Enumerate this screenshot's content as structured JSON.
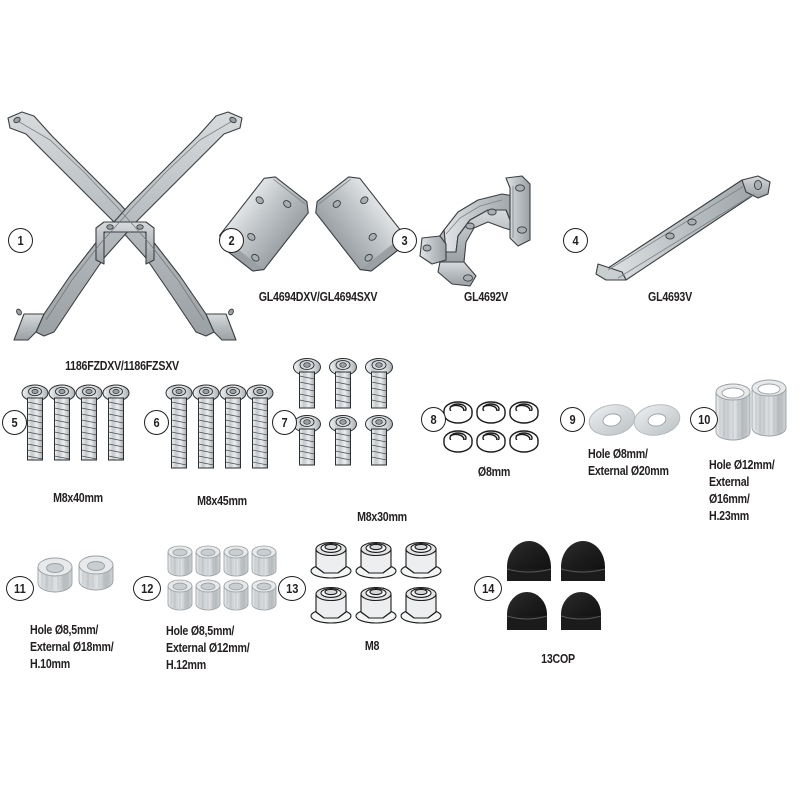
{
  "document": {
    "type": "motorcycle-luggage-rack-parts-exploded-list",
    "background_color": "#ffffff",
    "ink_color": "#231f20",
    "metal_fill": "#b7bcc0",
    "metal_light": "#d9dcde",
    "metal_dark": "#8e9498",
    "plastic_black": "#1c1c1c"
  },
  "parts": [
    {
      "index": "1",
      "badge": "1",
      "name": "rack-frame-cross-brace",
      "label": "1186FZDXV/1186FZSXV",
      "label_lines": [
        "1186FZDXV/1186FZSXV"
      ],
      "quantity": 1,
      "label_align": "center"
    },
    {
      "index": "2",
      "badge": "2",
      "name": "side-plate-bracket-pair",
      "label": "GL4694DXV/GL4694SXV",
      "label_lines": [
        "GL4694DXV/GL4694SXV"
      ],
      "quantity": 2,
      "label_align": "center"
    },
    {
      "index": "3",
      "badge": "3",
      "name": "angled-mounting-bracket",
      "label": "GL4692V",
      "label_lines": [
        "GL4692V"
      ],
      "quantity": 1,
      "label_align": "center"
    },
    {
      "index": "4",
      "badge": "4",
      "name": "straight-support-bar",
      "label": "GL4693V",
      "label_lines": [
        "GL4693V"
      ],
      "quantity": 1,
      "label_align": "center"
    },
    {
      "index": "5",
      "badge": "5",
      "name": "socket-button-head-bolt-m8x40",
      "label": "M8x40mm",
      "label_lines": [
        "M8x40mm"
      ],
      "quantity": 4,
      "label_align": "center"
    },
    {
      "index": "6",
      "badge": "6",
      "name": "socket-button-head-bolt-m8x45",
      "label": "M8x45mm",
      "label_lines": [
        "M8x45mm"
      ],
      "quantity": 4,
      "label_align": "center"
    },
    {
      "index": "7",
      "badge": "7",
      "name": "socket-button-head-bolt-m8x30",
      "label": "M8x30mm",
      "label_lines": [
        "M8x30mm"
      ],
      "quantity": 6,
      "label_align": "center"
    },
    {
      "index": "8",
      "badge": "8",
      "name": "spring-lock-washer",
      "label": "Ø8mm",
      "label_lines": [
        "Ø8mm"
      ],
      "quantity": 6,
      "label_align": "center"
    },
    {
      "index": "9",
      "badge": "9",
      "name": "flat-washer-large",
      "label": "Hole Ø8mm/\nExternal Ø20mm",
      "label_lines": [
        "Hole Ø8mm/",
        "External Ø20mm"
      ],
      "quantity": 2,
      "label_align": "left"
    },
    {
      "index": "10",
      "badge": "10",
      "name": "cylindrical-spacer-h23",
      "label": "Hole Ø12mm/\nExternal Ø16mm/\nH.23mm",
      "label_lines": [
        "Hole Ø12mm/",
        "External Ø16mm/",
        "H.23mm"
      ],
      "quantity": 2,
      "label_align": "left"
    },
    {
      "index": "11",
      "badge": "11",
      "name": "cylindrical-spacer-h10",
      "label": "Hole Ø8,5mm/\nExternal Ø18mm/\nH.10mm",
      "label_lines": [
        "Hole Ø8,5mm/",
        "External Ø18mm/",
        "H.10mm"
      ],
      "quantity": 2,
      "label_align": "left"
    },
    {
      "index": "12",
      "badge": "12",
      "name": "cylindrical-spacer-h12",
      "label": "Hole Ø8,5mm/\nExternal Ø12mm/\nH.12mm",
      "label_lines": [
        "Hole Ø8,5mm/",
        "External Ø12mm/",
        "H.12mm"
      ],
      "quantity": 8,
      "label_align": "left"
    },
    {
      "index": "13",
      "badge": "13",
      "name": "flange-nut-m8",
      "label": "M8",
      "label_lines": [
        "M8"
      ],
      "quantity": 6,
      "label_align": "center"
    },
    {
      "index": "14",
      "badge": "14",
      "name": "plastic-cap-nut-cover",
      "label": "13COP",
      "label_lines": [
        "13COP"
      ],
      "quantity": 4,
      "label_align": "center"
    }
  ]
}
